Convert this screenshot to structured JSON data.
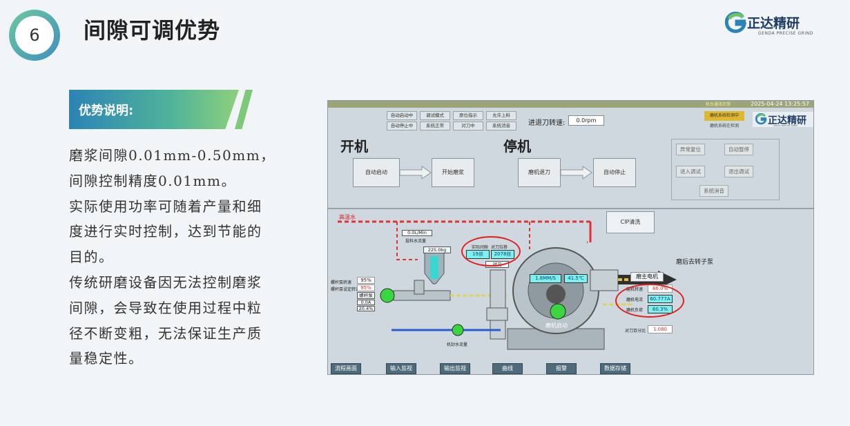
{
  "section_number": "6",
  "title": "间隙可调优势",
  "logo": {
    "cn": "正达精研",
    "en": "GENDA PRECISE GRIND"
  },
  "advantage_label": "优势说明:",
  "description": [
    "磨浆间隙0.01mm-0.50mm，间隙控制精度0.01mm。",
    "实际使用功率可随着产量和细度进行实时控制，达到节能的目的。",
    "传统研磨设备因无法控制磨浆间隙，会导致在使用过程中粒径不断变粗，无法保证生产质量稳定性。"
  ],
  "hmi": {
    "datetime": "2025-04-24 13:25:57",
    "datetime_tag": "机台通讯正常",
    "status": [
      "自动启动中",
      "调试模式",
      "原位指示",
      "允许上料",
      "自动停止中",
      "系统正常",
      "对刀中",
      "系统消音"
    ],
    "speed_label": "进退刀转速:",
    "speed_value": "0.0rpm",
    "mode_yellow": "磨机系统检测中",
    "mode_grey": "磨机系统在检测",
    "inner_logo": "正达精研",
    "inner_logo_sub": "GENDA PRECISE GRIND",
    "start_header": "开机",
    "stop_header": "停机",
    "btn_auto_start": "自动启动",
    "btn_start_grind": "开始磨浆",
    "btn_retract": "磨机退刀",
    "btn_auto_stop": "自动停止",
    "side_fault_reset": "异常复位",
    "side_auto_pause": "自动暂停",
    "side_enter_debug": "进入调试",
    "side_exit_debug": "退出调试",
    "side_mute": "系统消音",
    "hiwater": "高温水",
    "cip": "CIP清洗",
    "flow_value": "0.0L/Min",
    "flow_label": "投料水流量",
    "hopper_value": "225.0kg",
    "gap_actual_label": "实际间隙",
    "gap_actual": "19丝",
    "gap_pos_label": "对刀位移",
    "gap_pos": "2078丝",
    "tool_label": "对刀",
    "speed_ms": "1.8MM/S",
    "temp": "41.5℃",
    "outlet": "磨后去转子泵",
    "motor_title": "磨主电机",
    "motor_speed_lbl": "磨机转速",
    "motor_speed": "86.0%",
    "motor_current_lbl": "磨机电流",
    "motor_current": "60.777A",
    "motor_load_lbl": "磨机负荷",
    "motor_load": "60.3%",
    "tool_pct_lbl": "对刀百分比",
    "tool_pct": "1.080",
    "screw_speed_lbl": "螺杆泵转速",
    "screw_speed": "95%",
    "feed_lbl": "螺杆泵设定转速",
    "feed_speed": "95%",
    "screw_pump": "螺杆泵",
    "screw_v1": "0.0A",
    "screw_v2": "20.4%",
    "seal_water": "机封水流量",
    "grinder_start": "磨机启动",
    "tabs": [
      "流程画面",
      "输入监视",
      "输出监视",
      "曲线",
      "报警",
      "数据存储"
    ]
  },
  "colors": {
    "accent_green": "#4fb39a",
    "accent_blue": "#2b84b5",
    "alert_red": "#e02020",
    "cyan": "#7ff0f0"
  }
}
